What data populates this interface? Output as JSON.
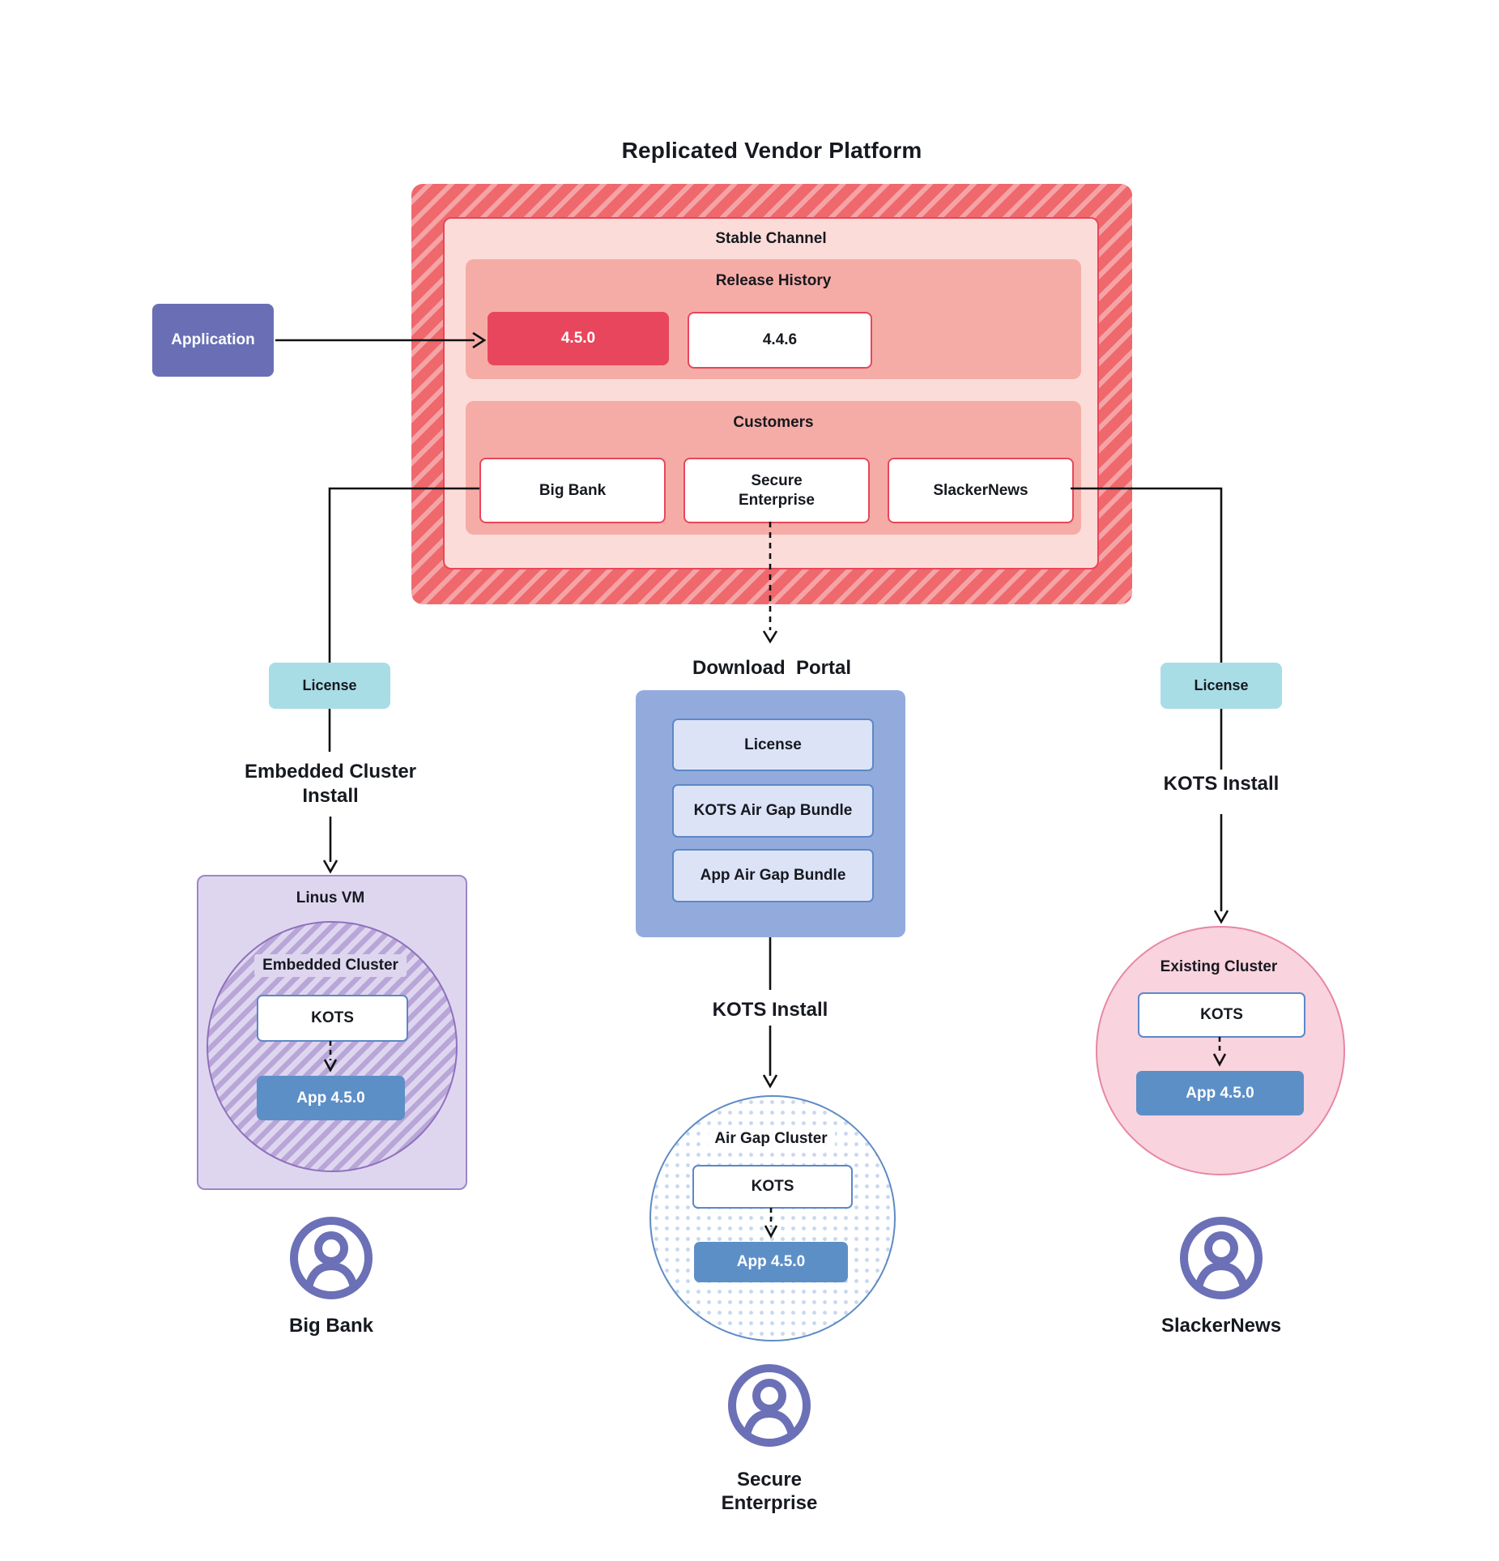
{
  "colors": {
    "stripe-red": "#ef686c",
    "stripe-red-light": "#f5a4a6",
    "stable-pink": "#fcdcd8",
    "salmon": "#f6aca6",
    "release-red": "#e8465c",
    "app-purple": "#6a6fb5",
    "license-teal": "#a9dde6",
    "portal-blue": "#93abdc",
    "portal-item-bg": "#dde3f7",
    "kots-border-blue": "#5c88c7",
    "app-box-blue": "#5d8fc7",
    "vm-purple-bg": "#ded6ef",
    "vm-purple-border": "#9c87c6",
    "hatch-purple": "#b9a6d8",
    "circle-purple-border": "#8f70bd",
    "pink-circle-bg": "#f9d3de",
    "pink-circle-border": "#e786a4",
    "dot-blue": "#c9d8f0",
    "dot-circle-border": "#5e8bc4",
    "icon-purple": "#6b70b7",
    "text-dark": "#16191f",
    "line-black": "#111111"
  },
  "title": "Replicated Vendor Platform",
  "application": {
    "label": "Application"
  },
  "platform": {
    "stable_channel_label": "Stable Channel",
    "release_history": {
      "label": "Release History",
      "current_version": "4.5.0",
      "previous_version": "4.4.6"
    },
    "customers": {
      "label": "Customers",
      "big_bank": "Big Bank",
      "secure_enterprise": "Secure Enterprise",
      "slackernews": "SlackerNews"
    }
  },
  "left_flow": {
    "license_label": "License",
    "install_method": "Embedded Cluster Install",
    "vm": {
      "label": "Linus VM",
      "cluster_label": "Embedded Cluster",
      "kots_label": "KOTS",
      "app_label": "App 4.5.0"
    },
    "user_label": "Big Bank"
  },
  "middle_flow": {
    "portal": {
      "title": "Download  Portal",
      "items": [
        "License",
        "KOTS Air Gap Bundle",
        "App Air Gap Bundle"
      ]
    },
    "install_method": "KOTS Install",
    "cluster": {
      "label": "Air Gap Cluster",
      "kots_label": "KOTS",
      "app_label": "App 4.5.0"
    },
    "user_label": "Secure Enterprise"
  },
  "right_flow": {
    "license_label": "License",
    "install_method": "KOTS Install",
    "cluster": {
      "label": "Existing Cluster",
      "kots_label": "KOTS",
      "app_label": "App 4.5.0"
    },
    "user_label": "SlackerNews"
  }
}
